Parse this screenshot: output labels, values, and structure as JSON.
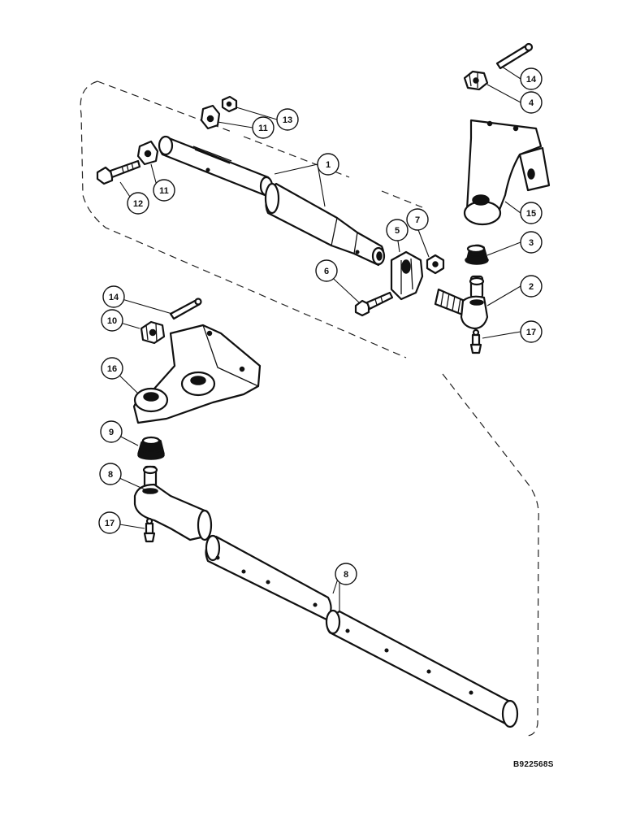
{
  "drawing_id": "B922568S",
  "callouts": [
    "14",
    "4",
    "13",
    "11",
    "1",
    "12",
    "11",
    "15",
    "7",
    "5",
    "3",
    "6",
    "2",
    "17",
    "14",
    "10",
    "16",
    "9",
    "8",
    "17",
    "8"
  ]
}
